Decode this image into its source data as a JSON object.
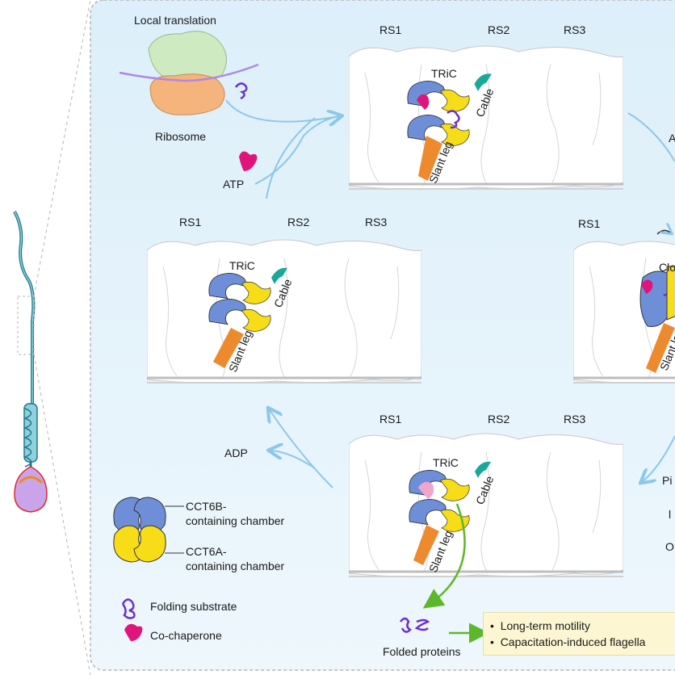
{
  "panel": {
    "local_translation": "Local translation",
    "ribosome": "Ribosome",
    "atp": "ATP",
    "adp": "ADP",
    "pi_partial": "Pi",
    "a_partial": "A",
    "o_partial": "O",
    "l_partial": "l",
    "closed_partial": "Clo"
  },
  "states": {
    "top": {
      "rs1": "RS1",
      "rs2": "RS2",
      "rs3": "RS3",
      "tric": "TRiC",
      "cable": "Cable",
      "slant": "Slant leg"
    },
    "left": {
      "rs1": "RS1",
      "rs2": "RS2",
      "rs3": "RS3",
      "tric": "TRiC",
      "cable": "Cable",
      "slant": "Slant leg"
    },
    "bottom": {
      "rs1": "RS1",
      "rs2": "RS2",
      "rs3": "RS3",
      "tric": "TRiC",
      "cable": "Cable",
      "slant": "Slant leg"
    },
    "right": {
      "rs1": "RS1",
      "slant": "Slant le"
    }
  },
  "legend": {
    "cct6b_line1": "CCT6B-",
    "cct6b_line2": "containing chamber",
    "cct6a_line1": "CCT6A-",
    "cct6a_line2": "containing chamber",
    "substrate": "Folding substrate",
    "cochaperone": "Co-chaperone"
  },
  "output": {
    "folded": "Folded proteins",
    "outcomes": [
      "Long-term motility",
      "Capacitation-induced flagella"
    ]
  },
  "colors": {
    "panel_bg": "#e6f3fb",
    "cct6b_blue": "#6e8fd8",
    "cct6a_yellow": "#f7dc18",
    "cable_teal": "#1aa89a",
    "slant_orange": "#ee8a2e",
    "cochaperone_magenta": "#e0147a",
    "substrate_purple": "#6a2fd0",
    "arrow_blue": "#8cc8e8",
    "arrow_green": "#5cb82a",
    "sperm_teal": "#1f7a8c"
  }
}
